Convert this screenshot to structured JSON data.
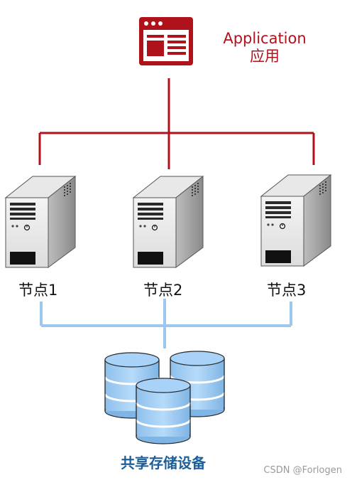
{
  "application": {
    "label_en": "Application",
    "label_zh": "应用",
    "icon": "browser-window-icon"
  },
  "nodes": [
    {
      "label": "节点1",
      "icon": "server-tower-icon"
    },
    {
      "label": "节点2",
      "icon": "server-tower-icon"
    },
    {
      "label": "节点3",
      "icon": "server-tower-icon"
    }
  ],
  "storage": {
    "label": "共享存储设备",
    "icon": "database-cylinders-icon"
  },
  "watermark": "CSDN @Forlogen",
  "colors": {
    "app_red": "#b0121c",
    "storage_blue": "#9cc8ef",
    "storage_text": "#1a5e9c"
  }
}
